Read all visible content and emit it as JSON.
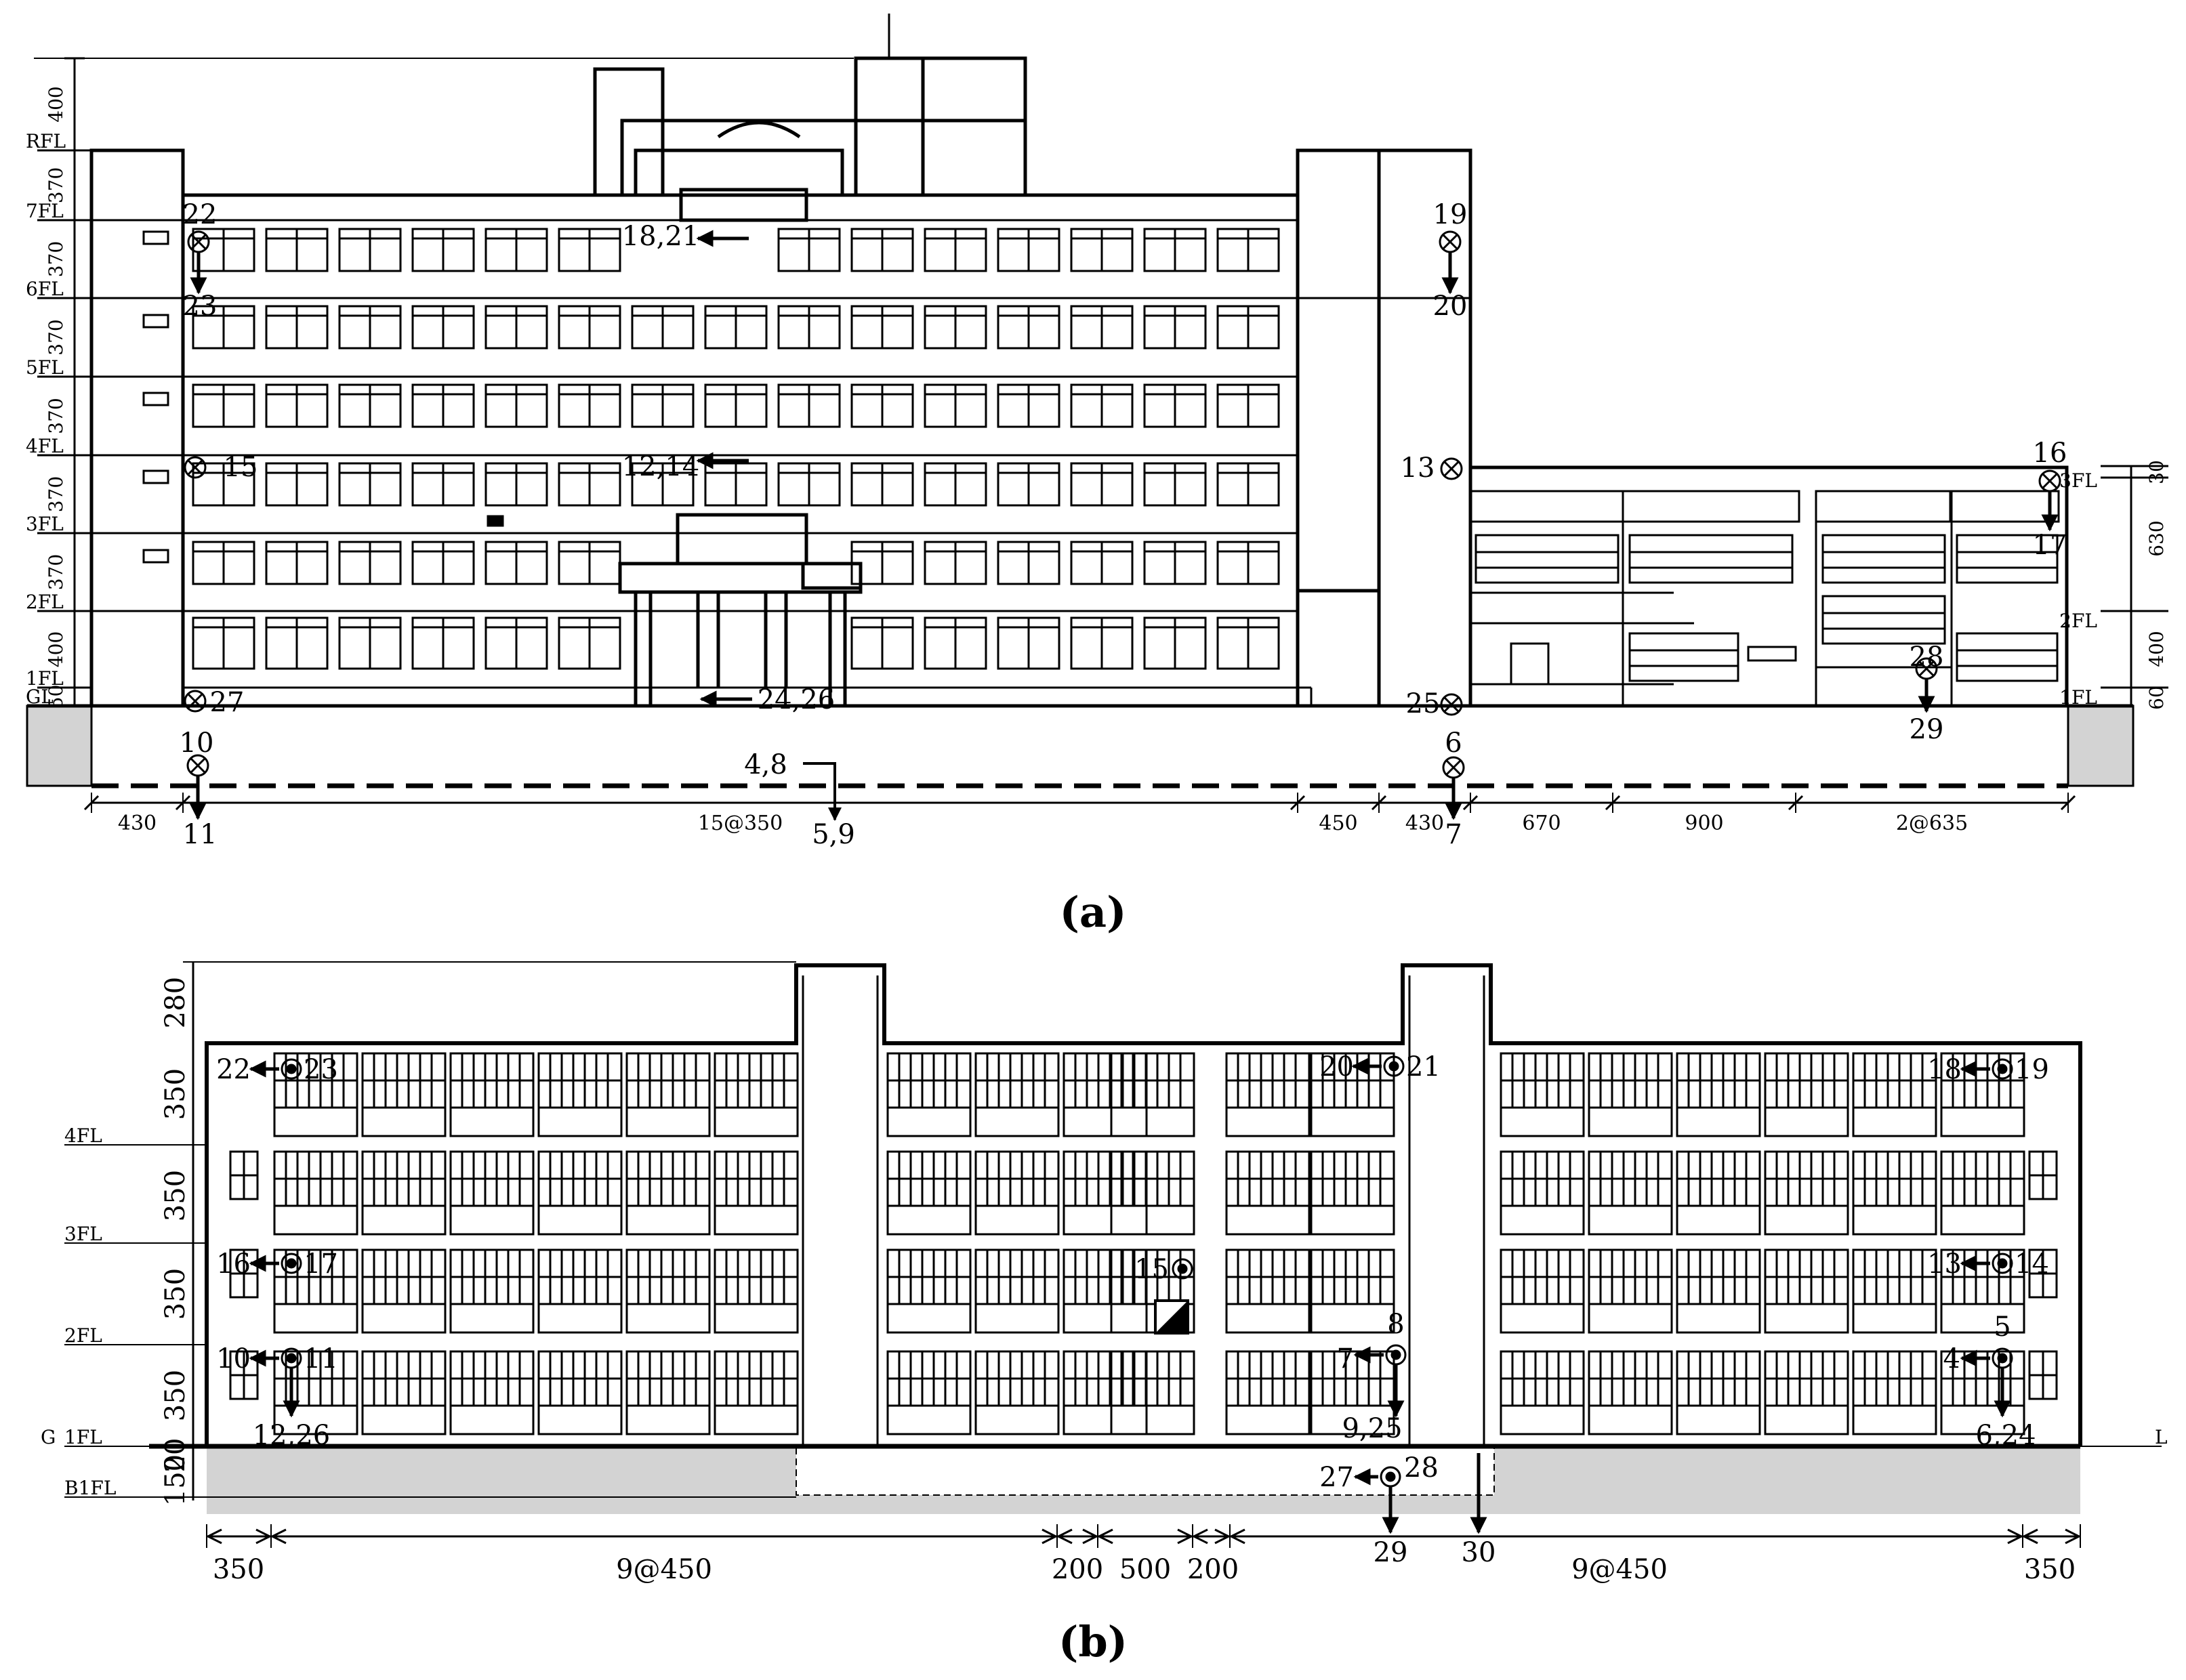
{
  "panel_a": {
    "caption": "(a)",
    "levels": [
      "RFL",
      "7FL",
      "6FL",
      "5FL",
      "4FL",
      "3FL",
      "2FL",
      "1FL",
      "GL"
    ],
    "left_heights": [
      "400",
      "370",
      "370",
      "370",
      "370",
      "370",
      "370",
      "400",
      "50"
    ],
    "right_levels": [
      "3FL",
      "2FL",
      "1FL"
    ],
    "right_heights": [
      "30",
      "630",
      "400",
      "60"
    ],
    "sensors": [
      "22",
      "23",
      "18,21",
      "19",
      "20",
      "15",
      "12,14",
      "13",
      "16",
      "17",
      "27",
      "24,26",
      "25",
      "28",
      "29",
      "10",
      "11",
      "4,8",
      "5,9",
      "6",
      "7"
    ],
    "bottom_dims": [
      "430",
      "15@350",
      "450",
      "430",
      "670",
      "900",
      "2@635"
    ]
  },
  "panel_b": {
    "caption": "(b)",
    "levels": [
      "4FL",
      "3FL",
      "2FL",
      "1FL",
      "G",
      "B1FL",
      "L"
    ],
    "left_heights": [
      "280",
      "350",
      "350",
      "350",
      "350",
      "20",
      "150"
    ],
    "sensors": [
      "22",
      "23",
      "20",
      "21",
      "18",
      "19",
      "16",
      "17",
      "15",
      "13",
      "14",
      "8",
      "10",
      "11",
      "7",
      "5",
      "4",
      "12,26",
      "9,25",
      "6,24",
      "27",
      "28",
      "29",
      "30"
    ],
    "bottom_dims": [
      "350",
      "9@450",
      "200",
      "500",
      "200",
      "9@450",
      "350"
    ]
  },
  "colors": {
    "line": "#000000",
    "ground": "#d3d3d3",
    "background": "#ffffff"
  },
  "icons": [
    "sensor-x-icon",
    "sensor-dot-icon",
    "direction-arrow-icon"
  ]
}
